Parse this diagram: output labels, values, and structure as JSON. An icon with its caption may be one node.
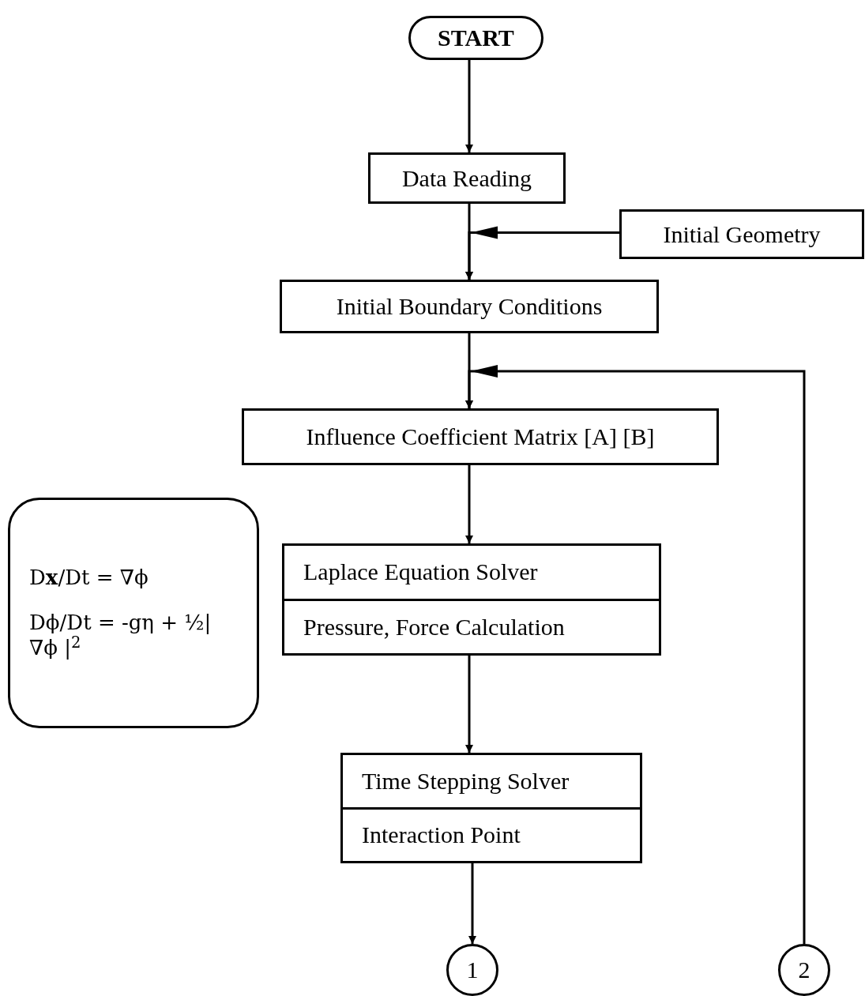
{
  "diagram": {
    "nodes": [
      {
        "text": [
          "START"
        ]
      },
      {
        "text": [
          "Data Reading"
        ]
      },
      {
        "text": [
          "Initial Geometry"
        ]
      },
      {
        "text": [
          "Initial Boundary Conditions"
        ]
      },
      {
        "text": [
          "Influence Coefficient Matrix [A] [B]"
        ]
      },
      {
        "text": [
          "D**x**/Dt = ∇ϕ",
          "Dϕ/Dt = -gη + ½| ∇ϕ |$^{2}$"
        ]
      },
      {
        "text": [
          "Laplace Equation Solver",
          "Pressure, Force Calculation"
        ]
      },
      {
        "text": [
          "Time Stepping Solver",
          "Interaction Point"
        ]
      },
      {
        "text": [
          "1"
        ]
      },
      {
        "text": [
          "2"
        ]
      }
    ],
    "edges": [
      {
        "from": 0,
        "to": 1,
        "arrow": "to"
      },
      {
        "from": 1,
        "to": 3,
        "arrow": "to"
      },
      {
        "from": 2,
        "to": 3,
        "arrow": "to"
      },
      {
        "from": 3,
        "to": 4,
        "arrow": "to"
      },
      {
        "from": 9,
        "to": 4,
        "arrow": "to"
      },
      {
        "from": 4,
        "to": 6,
        "arrow": "to"
      },
      {
        "from": 6,
        "to": 7,
        "arrow": "to"
      },
      {
        "from": 7,
        "to": 8,
        "arrow": "to"
      }
    ]
  }
}
